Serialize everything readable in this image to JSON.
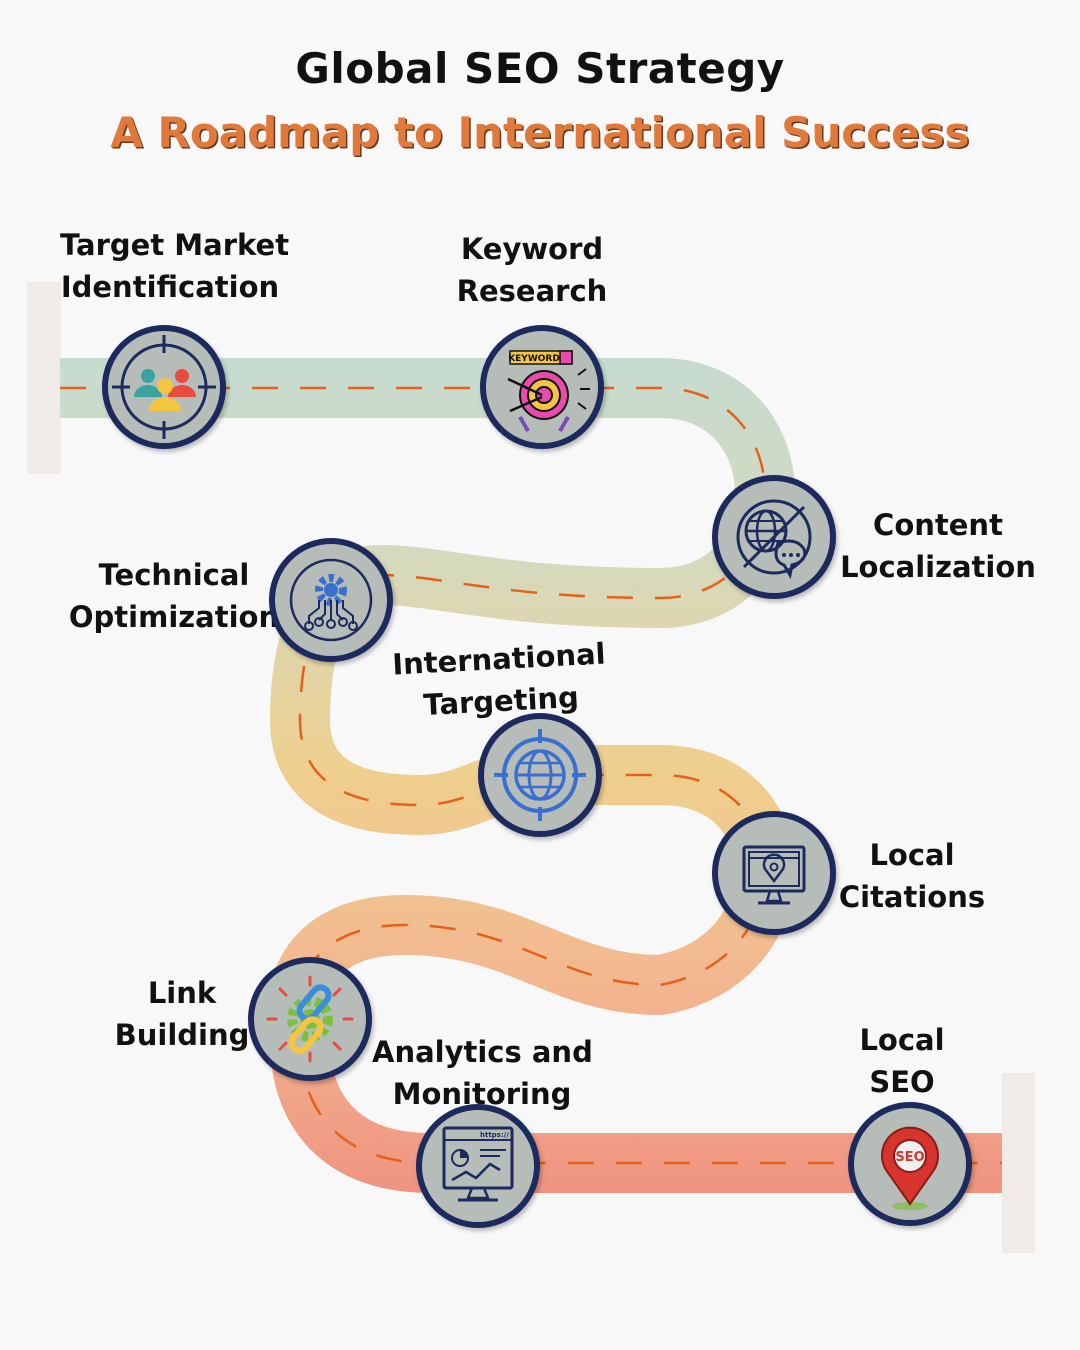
{
  "header": {
    "title": "Global SEO Strategy",
    "subtitle": "A Roadmap to International Success"
  },
  "steps": [
    {
      "label_line1": "Target Market",
      "label_line2": "Identification",
      "icon": "people-target-icon"
    },
    {
      "label_line1": "Keyword",
      "label_line2": "Research",
      "icon": "keyword-target-icon"
    },
    {
      "label_line1": "Content",
      "label_line2": "Localization",
      "icon": "globe-chat-icon"
    },
    {
      "label_line1": "Technical",
      "label_line2": "Optimization",
      "icon": "gear-network-icon"
    },
    {
      "label_line1": "International",
      "label_line2": "Targeting",
      "icon": "globe-crosshair-icon"
    },
    {
      "label_line1": "Local",
      "label_line2": "Citations",
      "icon": "monitor-location-icon"
    },
    {
      "label_line1": "Link",
      "label_line2": "Building",
      "icon": "chain-gear-icon"
    },
    {
      "label_line1": "Analytics and",
      "label_line2": "Monitoring",
      "icon": "analytics-monitor-icon"
    },
    {
      "label_line1": "Local",
      "label_line2": "SEO",
      "icon": "seo-pin-icon"
    }
  ],
  "icon_text": {
    "keyword_badge": "KEYWORD",
    "seo_pin": "SEO",
    "analytics_url": "https://"
  },
  "colors": {
    "node_border": "#1c2a5e",
    "node_fill": "#b6bdb9",
    "dash": "#e5601a",
    "subtitle": "#e07a3c",
    "road_start": "#c9ddd2",
    "road_mid": "#efcf8d",
    "road_end": "#ee9580"
  }
}
